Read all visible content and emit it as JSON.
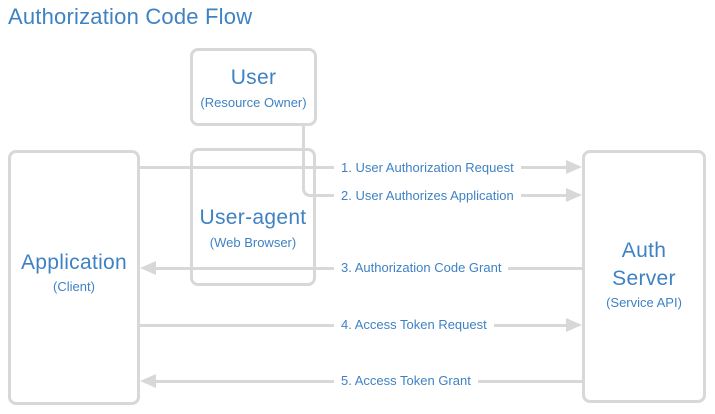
{
  "title": "Authorization Code Flow",
  "colors": {
    "accent_blue": "#3f82c4",
    "line_gray": "#d8d8d8",
    "background": "#ffffff"
  },
  "boxes": {
    "user": {
      "title": "User",
      "subtitle": "(Resource Owner)"
    },
    "user_agent": {
      "title": "User-agent",
      "subtitle": "(Web Browser)"
    },
    "application": {
      "title": "Application",
      "subtitle": "(Client)"
    },
    "auth_server": {
      "title": "Auth Server",
      "subtitle": "(Service API)"
    }
  },
  "arrows": [
    {
      "label": "1. User Authorization Request",
      "direction": "right"
    },
    {
      "label": "2. User Authorizes Application",
      "direction": "right"
    },
    {
      "label": "3. Authorization Code Grant",
      "direction": "left"
    },
    {
      "label": "4. Access Token Request",
      "direction": "right"
    },
    {
      "label": "5. Access Token Grant",
      "direction": "left"
    }
  ]
}
